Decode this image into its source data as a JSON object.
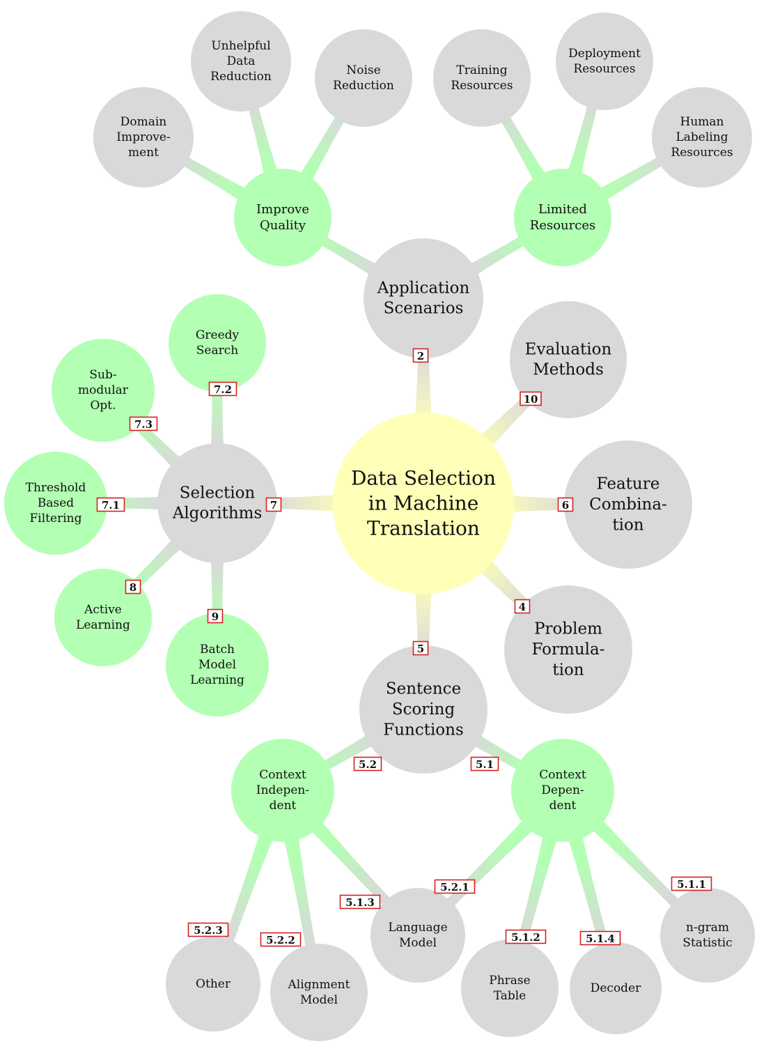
{
  "colors": {
    "root_fill": "#ffffb8",
    "gray_fill": "#d9d9d9",
    "green_fill": "#b3ffb3",
    "tag_border": "#d42020"
  },
  "nodes": {
    "root": {
      "lines": [
        "Data Selection",
        "in Machine",
        "Translation"
      ]
    },
    "application_scenarios": {
      "lines": [
        "Application",
        "Scenarios"
      ],
      "tag": "2"
    },
    "evaluation_methods": {
      "lines": [
        "Evaluation",
        "Methods"
      ],
      "tag": "10"
    },
    "feature_combination": {
      "lines": [
        "Feature",
        "Combina-",
        "tion"
      ],
      "tag": "6"
    },
    "problem_formulation": {
      "lines": [
        "Problem",
        "Formula-",
        "tion"
      ],
      "tag": "4"
    },
    "sentence_scoring_functions": {
      "lines": [
        "Sentence",
        "Scoring",
        "Functions"
      ],
      "tag": "5"
    },
    "selection_algorithms": {
      "lines": [
        "Selection",
        "Algorithms"
      ],
      "tag": "7"
    },
    "improve_quality": {
      "lines": [
        "Improve",
        "Quality"
      ]
    },
    "limited_resources": {
      "lines": [
        "Limited",
        "Resources"
      ]
    },
    "domain_improvement": {
      "lines": [
        "Domain",
        "Improve-",
        "ment"
      ]
    },
    "unhelpful_data_reduction": {
      "lines": [
        "Unhelpful",
        "Data",
        "Reduction"
      ]
    },
    "noise_reduction": {
      "lines": [
        "Noise",
        "Reduction"
      ]
    },
    "training_resources": {
      "lines": [
        "Training",
        "Resources"
      ]
    },
    "deployment_resources": {
      "lines": [
        "Deployment",
        "Resources"
      ]
    },
    "human_labeling_resources": {
      "lines": [
        "Human",
        "Labeling",
        "Resources"
      ]
    },
    "greedy_search": {
      "lines": [
        "Greedy",
        "Search"
      ],
      "tag": "7.2"
    },
    "submodular_opt": {
      "lines": [
        "Sub-",
        "modular",
        "Opt."
      ],
      "tag": "7.3"
    },
    "threshold_based_filtering": {
      "lines": [
        "Threshold",
        "Based",
        "Filtering"
      ],
      "tag": "7.1"
    },
    "active_learning": {
      "lines": [
        "Active",
        "Learning"
      ],
      "tag": "8"
    },
    "batch_model_learning": {
      "lines": [
        "Batch",
        "Model",
        "Learning"
      ],
      "tag": "9"
    },
    "context_independent": {
      "lines": [
        "Context",
        "Indepen-",
        "dent"
      ],
      "tag": "5.2"
    },
    "context_dependent": {
      "lines": [
        "Context",
        "Depen-",
        "dent"
      ],
      "tag": "5.1"
    },
    "other": {
      "lines": [
        "Other"
      ],
      "tag": "5.2.3"
    },
    "alignment_model": {
      "lines": [
        "Alignment",
        "Model"
      ],
      "tag": "5.2.2"
    },
    "language_model": {
      "lines": [
        "Language",
        "Model"
      ],
      "tag": "5.1.3"
    },
    "phrase_table": {
      "lines": [
        "Phrase",
        "Table"
      ],
      "tag": "5.1.2"
    },
    "decoder": {
      "lines": [
        "Decoder"
      ],
      "tag": "5.1.4"
    },
    "ngram_statistic": {
      "lines": [
        "n-gram",
        "Statistic"
      ],
      "tag": "5.1.1"
    },
    "language_model_extra_tag": {
      "lines": [],
      "tag": "5.2.1"
    }
  }
}
